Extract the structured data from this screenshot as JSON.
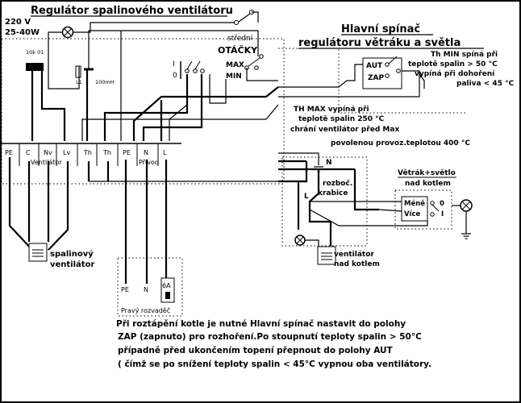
{
  "title": "Regulátor spalinového ventilátoru",
  "header_right": {
    "line1": "Hlavní spínač",
    "line2": "regulátoru větráku a světla"
  },
  "supply": {
    "voltage": "220 V",
    "power": "25-40W"
  },
  "pcb": {
    "part1": "10k 01",
    "coil": "L1",
    "part2": "100mH"
  },
  "switch_01": {
    "one": "I",
    "zero": "0"
  },
  "speed": {
    "title": "OTÁČKY",
    "mid": "střední",
    "max": "MAX",
    "min": "MIN"
  },
  "terminals": [
    "PE",
    "C",
    "Nv",
    "Lv",
    "Th",
    "Th",
    "PE",
    "N",
    "L"
  ],
  "label_ventilator": "Ventilátor",
  "label_privod": "Přívod",
  "aut_zap": {
    "aut": "AUT",
    "zap": "ZAP"
  },
  "th_min": {
    "l1": "Th MIN spíná při",
    "l2": "teplotě spalin > 50 °C",
    "l3": "vypíná při dohoření",
    "l4": "paliva < 45 °C"
  },
  "th_max": {
    "l1": "TH MAX vypíná při",
    "l2": "teplotě spalin 250 °C",
    "l3": "chrání ventilátor před Max",
    "l4": "povolenou provoz.teplotou 400 °C"
  },
  "rozboc": {
    "n": "N",
    "l": "L",
    "name1": "rozboč.",
    "name2": "krabice"
  },
  "vetrak": {
    "title1": "Větrák+světlo",
    "title2": "nad kotlem",
    "mene": "Méně",
    "vice": "Více",
    "zero": "0",
    "one": "I"
  },
  "spalinovy": {
    "l1": "spalinový",
    "l2": "ventilátor"
  },
  "vent_kotel": {
    "l1": "ventilátor",
    "l2": "nad kotlem"
  },
  "rozvadec": {
    "pe": "PE",
    "n": "N",
    "fuse": "6A",
    "name": "Pravý rozvaděč"
  },
  "note": [
    "Při roztápění kotle je nutné Hlavní spínač nastavit do polohy",
    "ZAP (zapnuto) pro rozhoření.Po stoupnutí teploty spalin > 50°C",
    "případně před ukončením topení přepnout do polohy AUT",
    "( čímž se po snížení teploty spalin < 45°C vypnou oba ventilátory."
  ]
}
